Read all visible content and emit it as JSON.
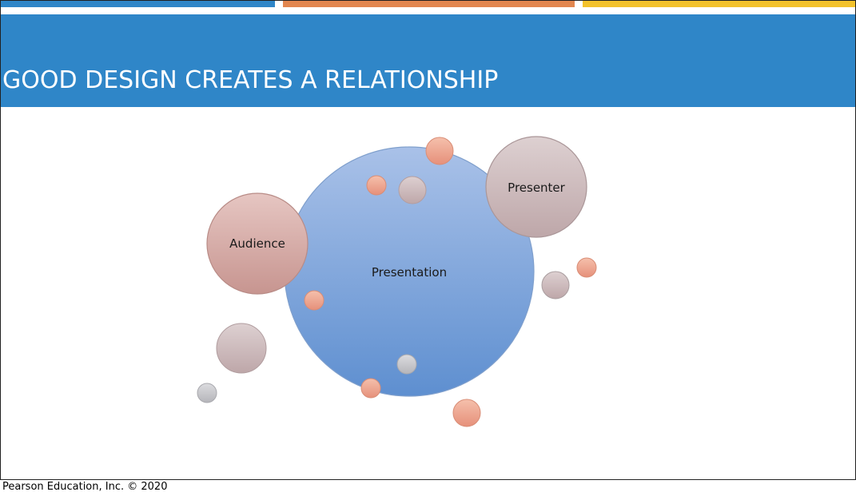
{
  "slide": {
    "title": "GOOD DESIGN CREATES A RELATIONSHIP",
    "footer": "Pearson Education, Inc. © 2020"
  },
  "colors": {
    "header_blue": "#2f86c8",
    "accent_blue": "#2f86c8",
    "accent_orange": "#e2864f",
    "accent_yellow": "#f3c22b",
    "bubble_blue": "#8eaedf",
    "bubble_rose": "#d7a8a3",
    "bubble_mauve": "#cdbabb",
    "bubble_orange": "#eea38a",
    "bubble_grey": "#c5c5c9"
  },
  "diagram": {
    "nodes": {
      "presentation": "Presentation",
      "audience": "Audience",
      "presenter": "Presenter"
    }
  }
}
